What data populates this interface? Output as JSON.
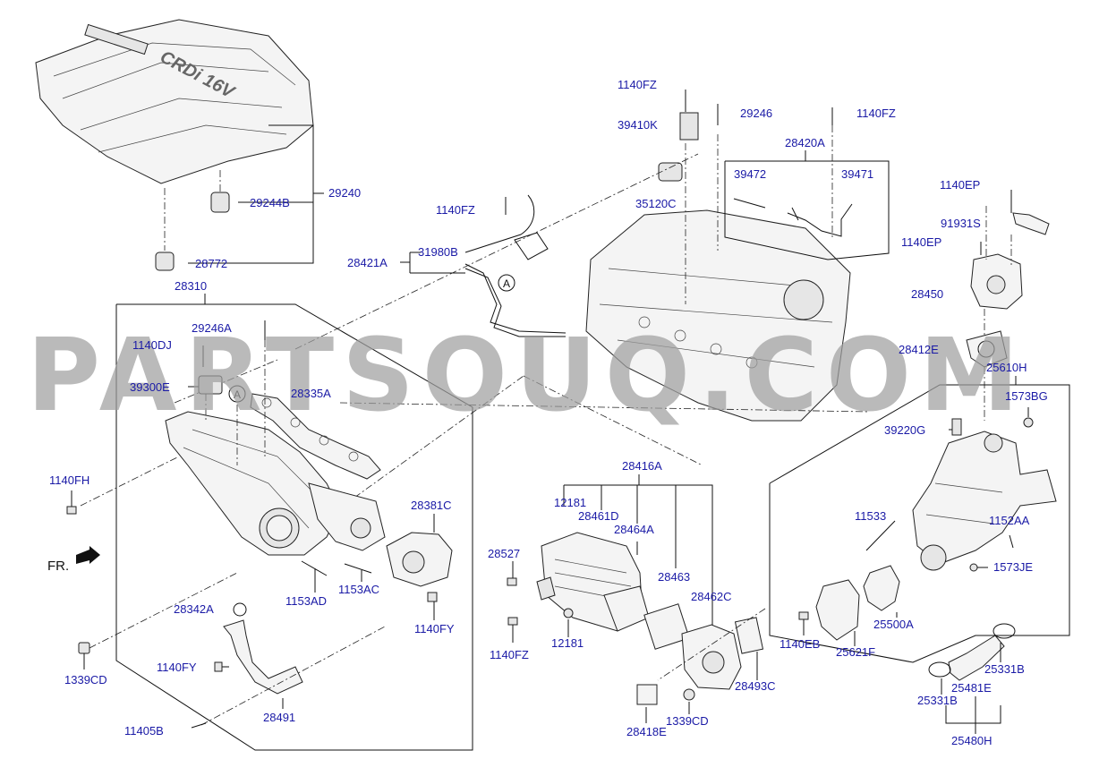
{
  "colors": {
    "label": "#1a1aa6",
    "line": "#111111",
    "watermark": "#a0a0a0"
  },
  "watermark": {
    "text": "PARTSOUQ.COM"
  },
  "cover": {
    "emblem_text": "CRDi 16V"
  },
  "markers": {
    "a1": "A",
    "a2": "A"
  },
  "direction": {
    "label": "FR.",
    "icon": "arrow-icon"
  },
  "labels": {
    "l1140fz_top": "1140FZ",
    "l29246_top": "29246",
    "l39410k": "39410K",
    "l1140fz_right": "1140FZ",
    "l28420a": "28420A",
    "l39472": "39472",
    "l39471": "39471",
    "l35120c": "35120C",
    "l1140ep_a": "1140EP",
    "l91931s": "91931S",
    "l1140ep_b": "1140EP",
    "l28450": "28450",
    "l28412e": "28412E",
    "l25610h": "25610H",
    "l1573bg": "1573BG",
    "l39220g": "39220G",
    "l29244b": "29244B",
    "l29240": "29240",
    "l28772": "28772",
    "l1140fz_mid": "1140FZ",
    "l31980b": "31980B",
    "l28421a": "28421A",
    "l28310": "28310",
    "l29246a": "29246A",
    "l1140dj": "1140DJ",
    "l39300e": "39300E",
    "l28335a": "28335A",
    "l1140fh": "1140FH",
    "l28381c": "28381C",
    "l1153ad": "1153AD",
    "l1153ac": "1153AC",
    "l1140fy_r": "1140FY",
    "l28342a": "28342A",
    "l1140fy_l": "1140FY",
    "l1339cd_l": "1339CD",
    "l28491": "28491",
    "l11405b": "11405B",
    "l28416a": "28416A",
    "l12181_top": "12181",
    "l28461d": "28461D",
    "l28464a": "28464A",
    "l28527": "28527",
    "l28463": "28463",
    "l28462c": "28462C",
    "l1140fz_low": "1140FZ",
    "l12181_low": "12181",
    "l28493c": "28493C",
    "l28418e": "28418E",
    "l1339cd_r": "1339CD",
    "l11533": "11533",
    "l1152aa": "1152AA",
    "l1573je": "1573JE",
    "l25500a": "25500A",
    "l1140eb": "1140EB",
    "l25621f": "25621F",
    "l25331b_r": "25331B",
    "l25331b_l": "25331B",
    "l25481e": "25481E",
    "l25480h": "25480H"
  }
}
